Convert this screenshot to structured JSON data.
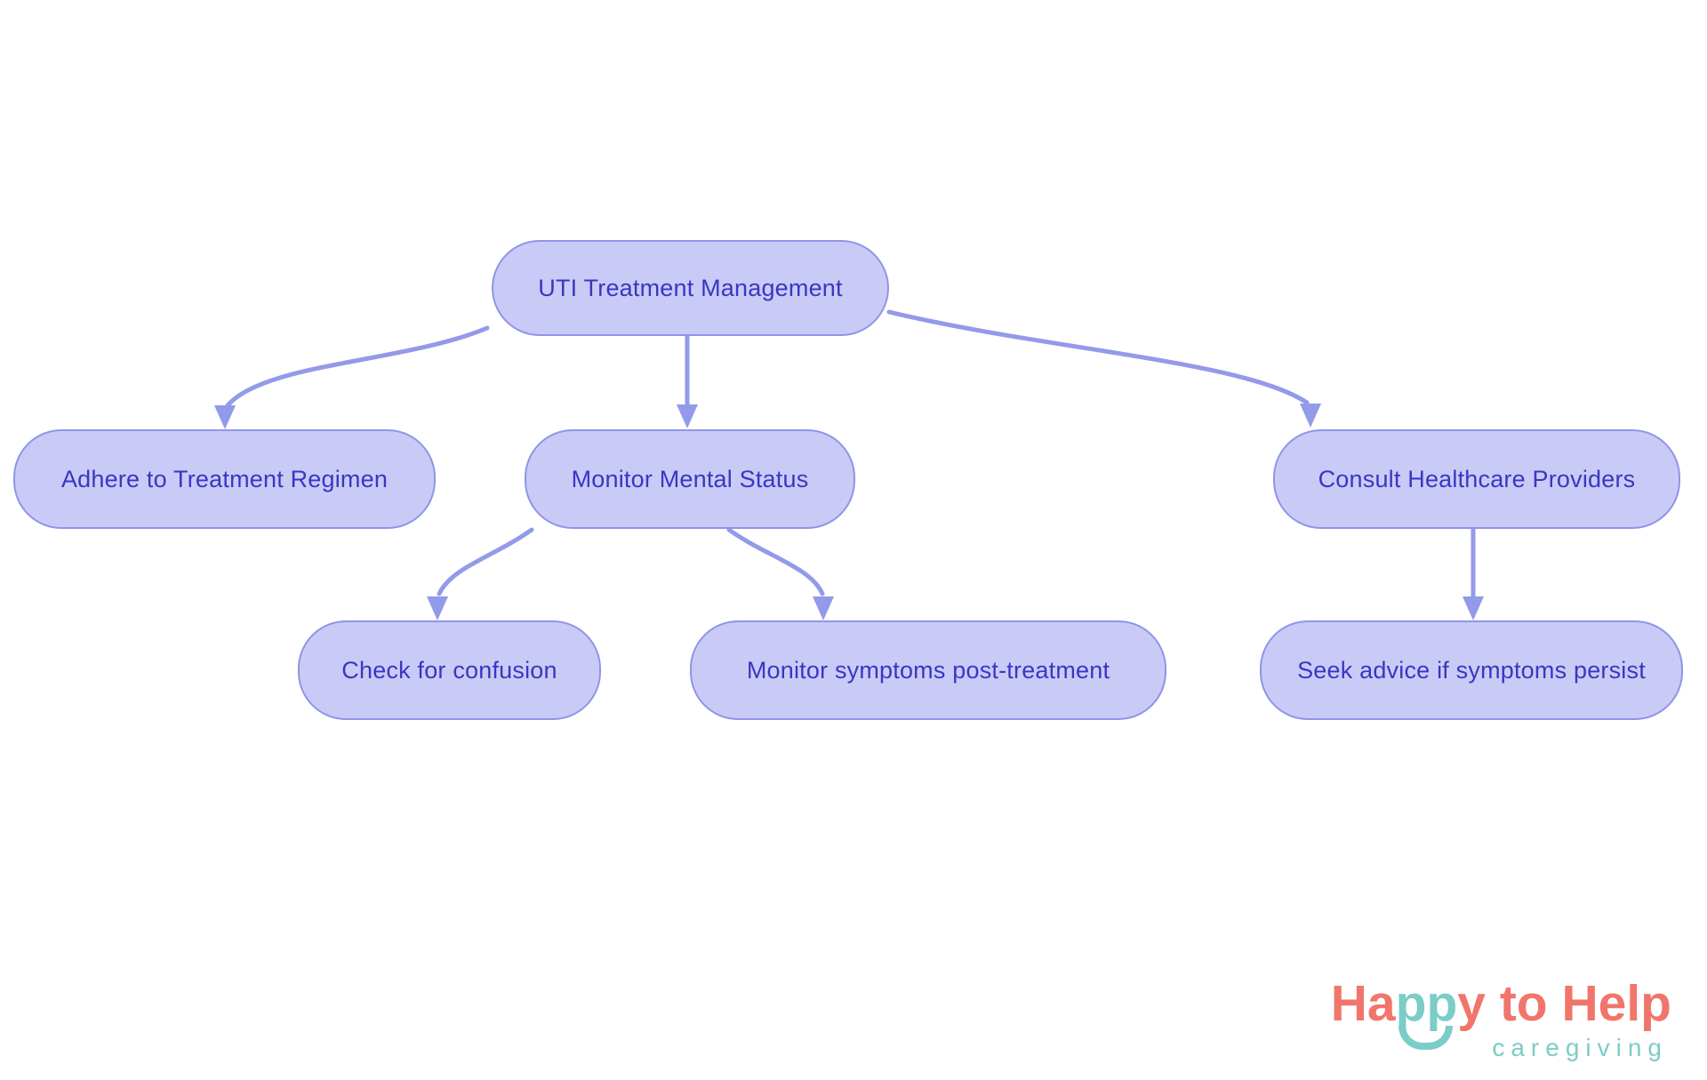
{
  "diagram": {
    "title_node": "UTI Treatment Management",
    "nodes": [
      {
        "id": "root",
        "label": "UTI Treatment Management"
      },
      {
        "id": "adhere",
        "label": "Adhere to Treatment Regimen"
      },
      {
        "id": "monitor",
        "label": "Monitor Mental Status"
      },
      {
        "id": "consult",
        "label": "Consult Healthcare Providers"
      },
      {
        "id": "confusion",
        "label": "Check for confusion"
      },
      {
        "id": "post",
        "label": "Monitor symptoms post-treatment"
      },
      {
        "id": "seek",
        "label": "Seek advice if symptoms persist"
      }
    ],
    "edges": [
      {
        "from": "root",
        "to": "adhere"
      },
      {
        "from": "root",
        "to": "monitor"
      },
      {
        "from": "root",
        "to": "consult"
      },
      {
        "from": "monitor",
        "to": "confusion"
      },
      {
        "from": "monitor",
        "to": "post"
      },
      {
        "from": "consult",
        "to": "seek"
      }
    ],
    "colors": {
      "node_fill": "#C9CBF6",
      "node_border": "#8E95E8",
      "node_text": "#3A36C4",
      "edge": "#939AE9",
      "background": "#FFFFFF"
    }
  },
  "logo": {
    "part_ha": "Ha",
    "part_pp": "pp",
    "part_y": "y",
    "part_to": " to ",
    "part_help": "Help",
    "tagline": "caregiving",
    "colors": {
      "coral": "#F0766B",
      "teal": "#7CCCC7"
    }
  }
}
